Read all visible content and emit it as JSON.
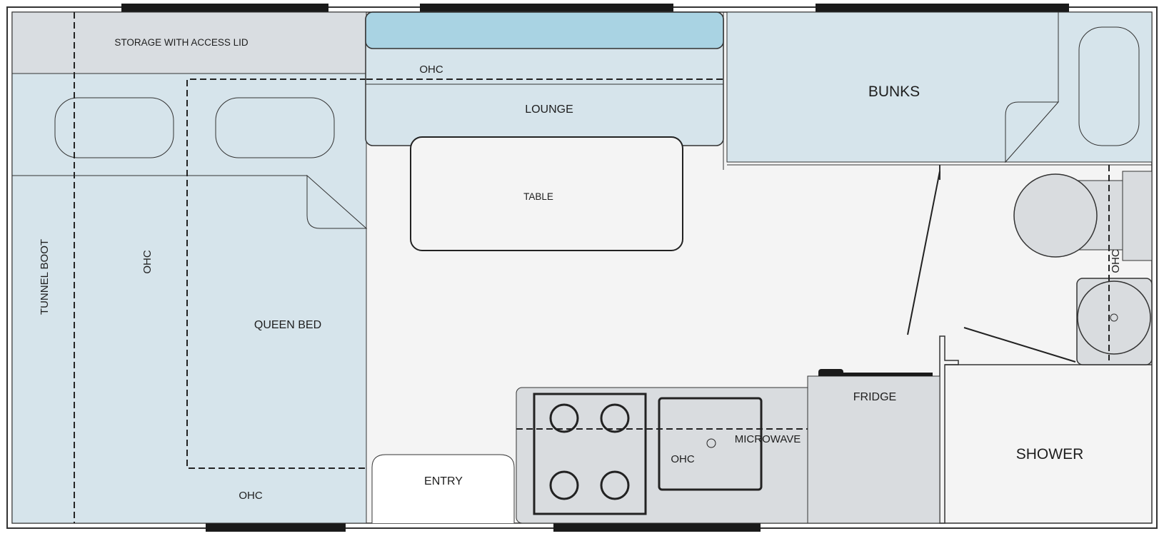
{
  "colors": {
    "background": "#ffffff",
    "floor": "#f4f4f4",
    "furniture_blue": "#d6e4eb",
    "storage_grey": "#d9dde1",
    "seat_back_blue": "#a9d3e3",
    "appliance_grey": "#d9dcdf",
    "line": "#222222",
    "window": "#1a1a1a"
  },
  "labels": {
    "storage": "STORAGE WITH ACCESS LID",
    "tunnel_boot": "TUNNEL BOOT",
    "ohc_bed_side": "OHC",
    "queen_bed": "QUEEN BED",
    "ohc_bed_bottom": "OHC",
    "ohc_lounge": "OHC",
    "lounge": "LOUNGE",
    "table": "TABLE",
    "bunks": "BUNKS",
    "ohc_bathroom": "OHC",
    "entry": "ENTRY",
    "ohc_kitchen": "OHC",
    "microwave": "MICROWAVE",
    "fridge": "FRIDGE",
    "shower": "SHOWER"
  }
}
